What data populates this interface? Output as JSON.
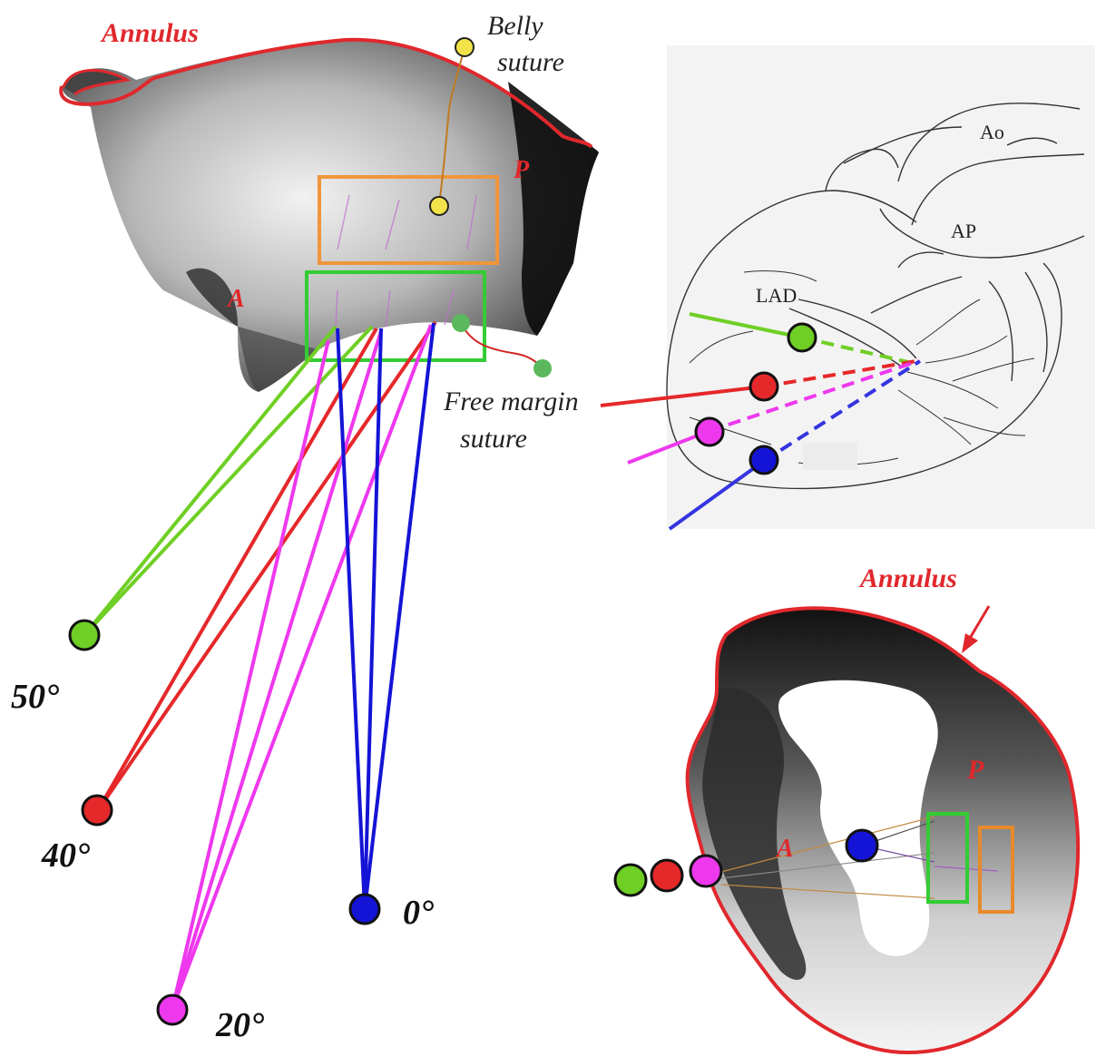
{
  "left_figure": {
    "annulus_label": "Annulus",
    "belly_suture_label": [
      "Belly",
      "suture"
    ],
    "free_margin_suture_label": [
      "Free margin",
      "suture"
    ],
    "posterior_label": "P",
    "anterior_label": "A"
  },
  "angles": [
    {
      "label": "50°",
      "color": "#6fcf24"
    },
    {
      "label": "40°",
      "color": "#e5282a"
    },
    {
      "label": "20°",
      "color": "#ee38ee"
    },
    {
      "label": "0°",
      "color": "#1414d6"
    }
  ],
  "heart_drawing": {
    "ao_label": "Ao",
    "ap_label": "AP",
    "lad_label": "LAD"
  },
  "bottom_right_figure": {
    "annulus_label": "Annulus",
    "posterior_label": "P",
    "anterior_label": "A"
  },
  "colors": {
    "annulus": "#e0282c",
    "belly_box": "#f0963a",
    "free_margin_box": "#33cc33",
    "belly_suture": "#f2e34a",
    "free_margin_suture": "#5cb85c",
    "green": "#6fcf24",
    "red": "#e5282a",
    "magenta": "#ee38ee",
    "blue": "#1414d6"
  }
}
